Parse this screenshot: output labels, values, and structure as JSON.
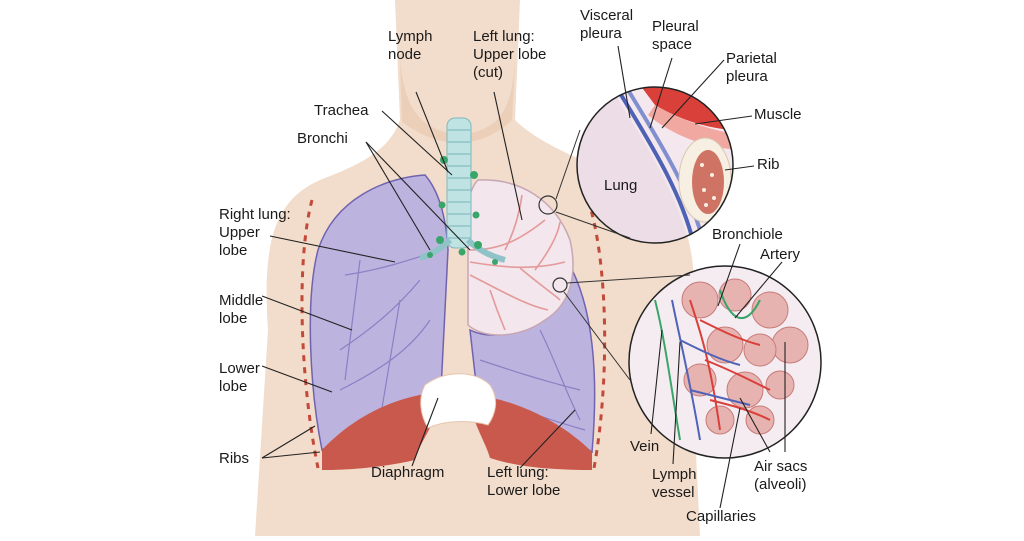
{
  "labels": {
    "lymph_node": "Lymph\nnode",
    "left_upper": "Left lung:\nUpper lobe\n(cut)",
    "visceral": "Visceral\npleura",
    "pleural_space": "Pleural\nspace",
    "parietal": "Parietal\npleura",
    "muscle": "Muscle",
    "rib": "Rib",
    "lung": "Lung",
    "trachea": "Trachea",
    "bronchi": "Bronchi",
    "right_upper": "Right lung:\nUpper\nlobe",
    "middle": "Middle\nlobe",
    "lower": "Lower\nlobe",
    "ribs": "Ribs",
    "diaphragm": "Diaphragm",
    "left_lower": "Left lung:\nLower lobe",
    "bronchiole": "Bronchiole",
    "artery": "Artery",
    "vein": "Vein",
    "lymph_vessel": "Lymph\nvessel",
    "air_sacs": "Air sacs\n(alveoli)",
    "capillaries": "Capillaries"
  },
  "colors": {
    "skin": "#f2dccb",
    "skin_shadow": "#e7c6ae",
    "lung_fill": "#bdb3df",
    "lung_vessels": "#8c7fc4",
    "cut_lobe": "#f3e6ec",
    "bronchi_pink": "#e49a9a",
    "diaphragm_muscle": "#c9594c",
    "trachea": "#bfe3e3",
    "lymph_green": "#3aa56a",
    "artery_red": "#d9403a",
    "vein_blue": "#4f63b8",
    "pleura_blue": "#4d62b5",
    "rib_cream": "#f7efe1",
    "rib_marrow": "#c24a3a"
  }
}
